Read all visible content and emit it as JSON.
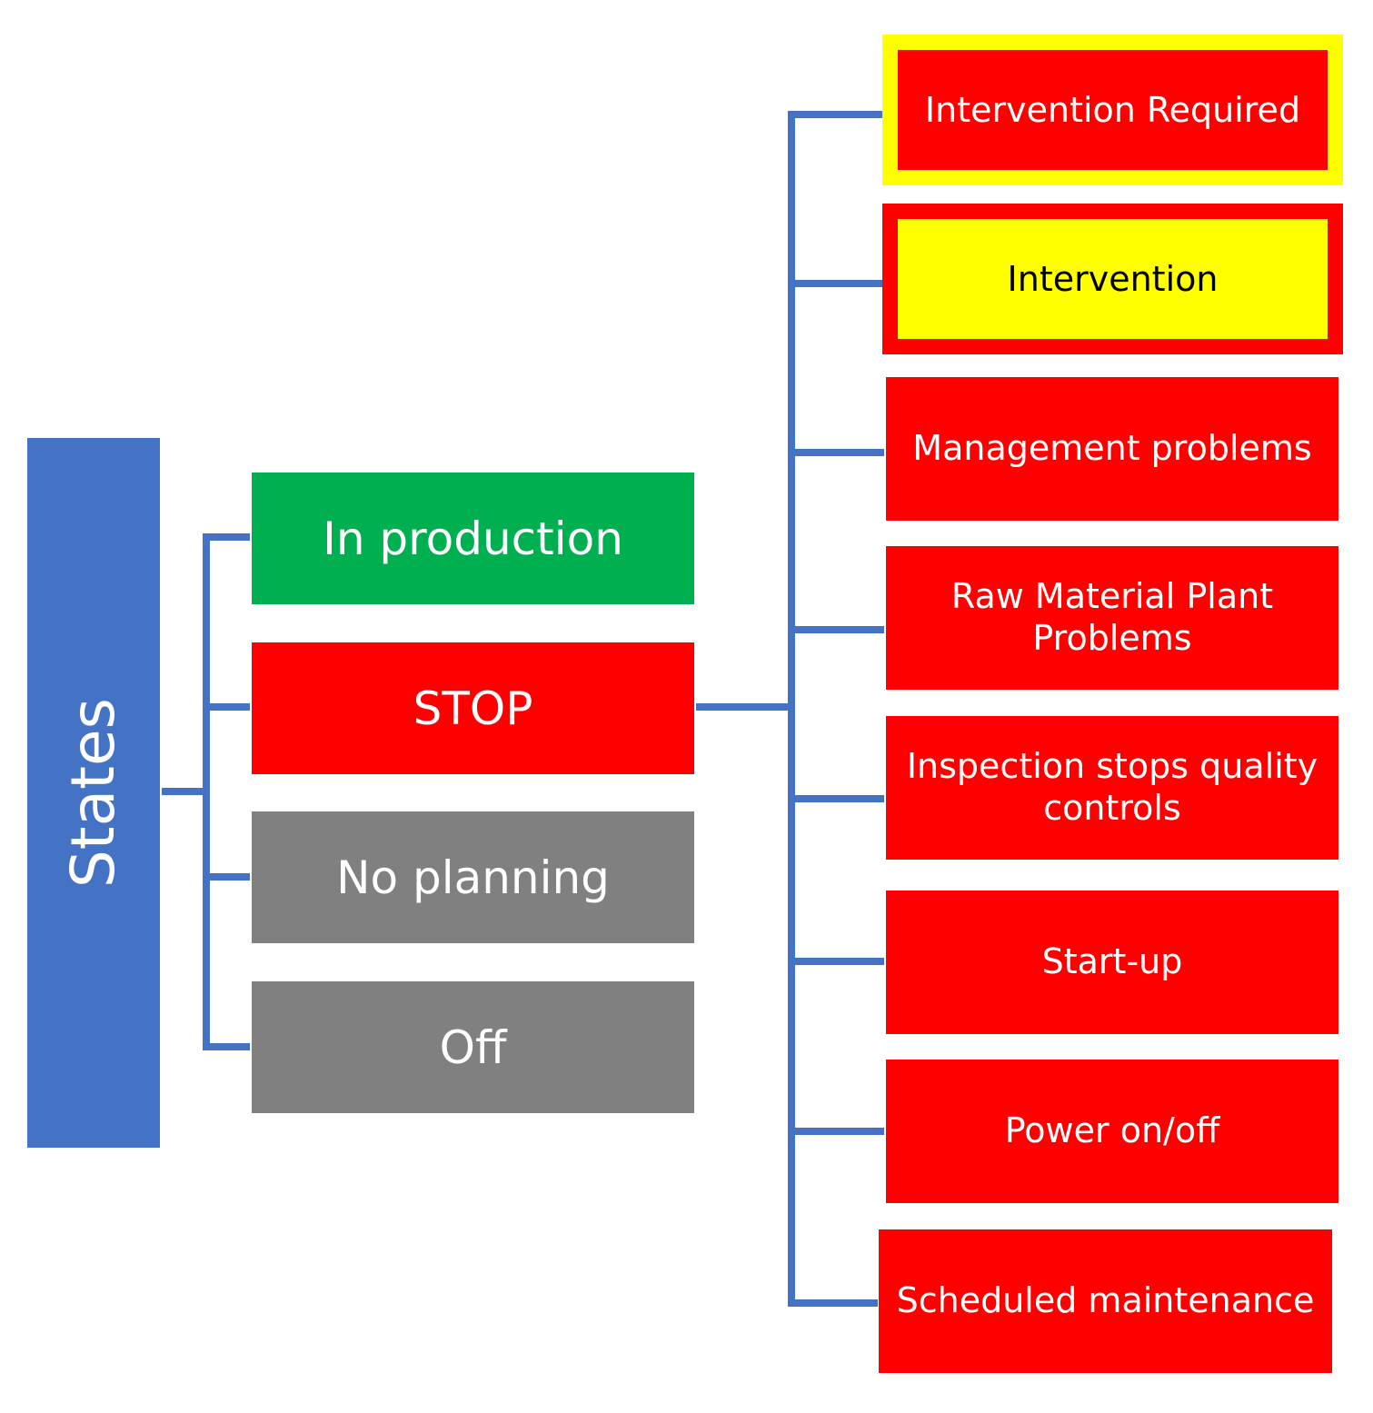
{
  "colors": {
    "connector": "#4472c4",
    "root": "#4472c4",
    "production": "#00b050",
    "stop": "#ff0000",
    "inactive": "#808080",
    "warning_yellow": "#ffff00",
    "text_light": "#ffffff",
    "text_dark": "#000000"
  },
  "root": {
    "label": "States"
  },
  "states": [
    {
      "id": "in-production",
      "label": "In production"
    },
    {
      "id": "stop",
      "label": "STOP"
    },
    {
      "id": "no-planning",
      "label": "No planning"
    },
    {
      "id": "off",
      "label": "Off"
    }
  ],
  "stop_reasons": [
    {
      "id": "intervention-required",
      "label": "Intervention Required"
    },
    {
      "id": "intervention",
      "label": "Intervention"
    },
    {
      "id": "management-problems",
      "label": "Management problems"
    },
    {
      "id": "raw-material-plant-problems",
      "label": "Raw Material Plant\nProblems"
    },
    {
      "id": "inspection-stops-quality-controls",
      "label": "Inspection stops quality\ncontrols"
    },
    {
      "id": "start-up",
      "label": "Start-up"
    },
    {
      "id": "power-on-off",
      "label": "Power on/off"
    },
    {
      "id": "scheduled-maintenance",
      "label": "Scheduled maintenance"
    }
  ]
}
